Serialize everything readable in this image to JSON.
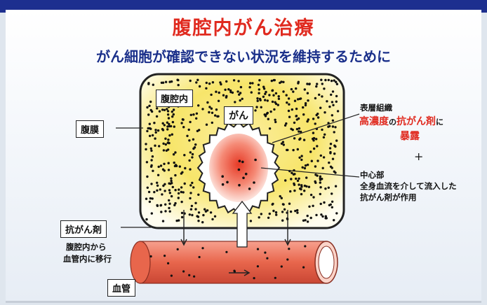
{
  "title": "腹腔内がん治療",
  "subtitle": "がん細胞が確認できない状況を維持するために",
  "labels": {
    "abdominal_cavity": "腹腔内",
    "peritoneum": "腹膜",
    "cancer": "がん",
    "anticancer_drug": "抗がん剤",
    "migration_line1": "腹腔内から",
    "migration_line2": "血管内に移行",
    "blood_vessel": "血管"
  },
  "annotations": {
    "surface_heading": "表層組織",
    "surface_part1": "高濃度",
    "surface_part2": "の",
    "surface_part3": "抗がん剤",
    "surface_part4": "に",
    "surface_part5": "暴露",
    "plus": "+",
    "center_heading": "中心部",
    "center_line1": "全身血流を介して流入した",
    "center_line2": "抗がん剤が作用"
  },
  "colors": {
    "title": "#e02a1f",
    "subtitle": "#1a2f8a",
    "cavity_fill": "#f7e56a",
    "tumor_core": "#e8402a",
    "vessel": "#e8664c"
  }
}
